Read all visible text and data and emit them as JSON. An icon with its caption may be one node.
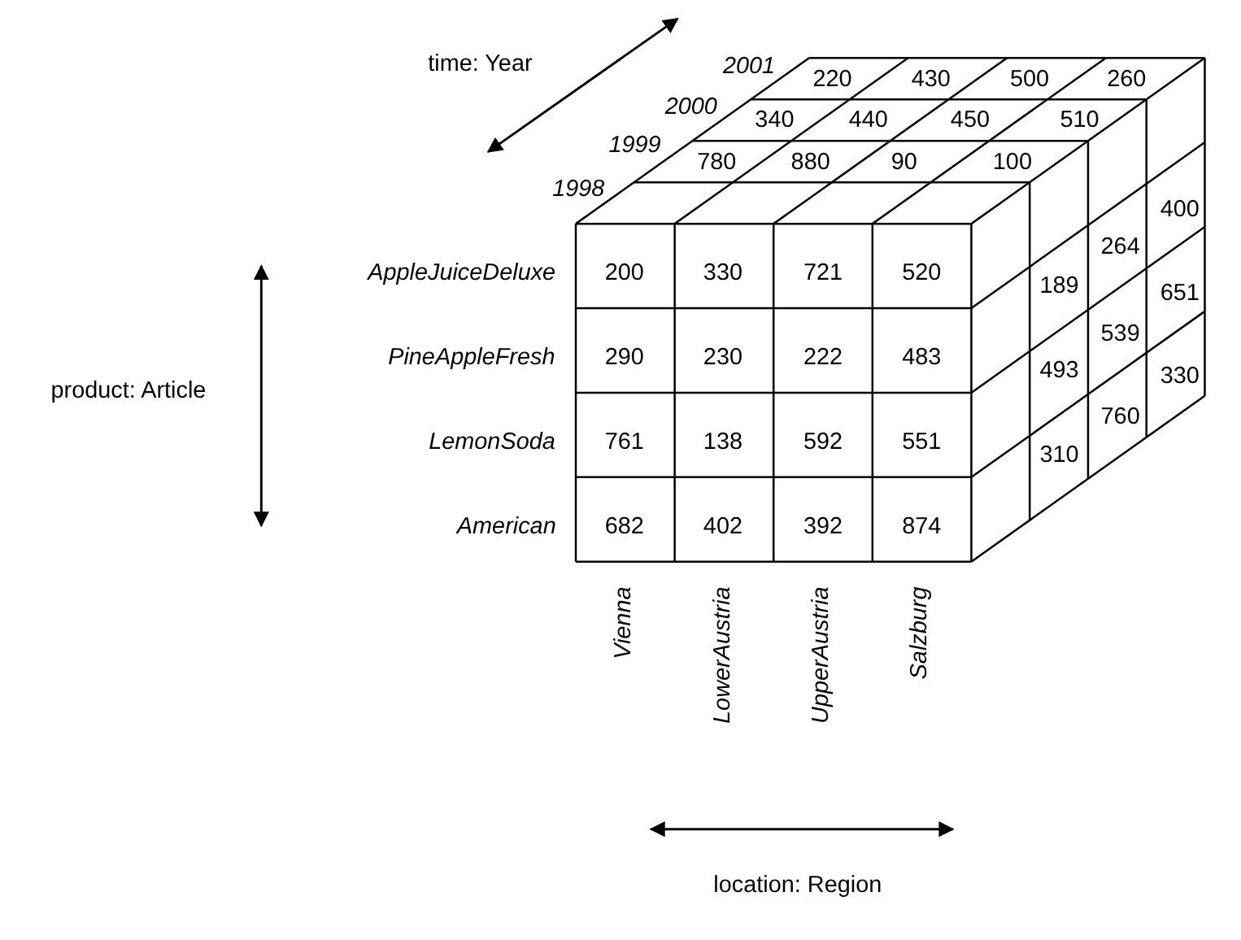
{
  "diagram": {
    "labels": [
      "time: Year",
      "2001",
      "220",
      "430",
      "500",
      "260",
      "2000",
      "340",
      "440",
      "450",
      "510",
      "1999",
      "780",
      "880",
      "90",
      "100",
      "1998",
      "400",
      "AppleJuiceDeluxe",
      "200",
      "330",
      "721",
      "520",
      "264",
      "189",
      "651",
      "product: Article",
      "PineAppleFresh",
      "290",
      "230",
      "222",
      "483",
      "539",
      "493",
      "330",
      "LemonSoda",
      "761",
      "138",
      "592",
      "551",
      "760",
      "310",
      "American",
      "682",
      "402",
      "392",
      "874",
      "Vienna",
      "LowerAustria",
      "UpperAustria",
      "Salzburg",
      "location: Region"
    ]
  }
}
